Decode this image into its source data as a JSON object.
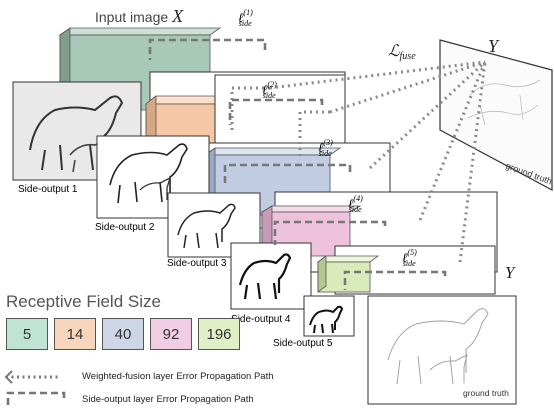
{
  "title": {
    "prefix": "Input image ",
    "var": "X"
  },
  "fusion": {
    "loss": "ℒ",
    "loss_sub": "fuse",
    "target_var": "Y",
    "ground_truth": "ground truth"
  },
  "side_losses": [
    {
      "sym": "ℓ",
      "sub": "side",
      "sup": "(1)"
    },
    {
      "sym": "ℓ",
      "sub": "side",
      "sup": "(2)"
    },
    {
      "sym": "ℓ",
      "sub": "side",
      "sup": "(3)"
    },
    {
      "sym": "ℓ",
      "sub": "side",
      "sup": "(4)"
    },
    {
      "sym": "ℓ",
      "sub": "side",
      "sup": "(5)"
    }
  ],
  "side_outputs": [
    "Side-output 1",
    "Side-output 2",
    "Side-output 3",
    "Side-output 4",
    "Side-output 5"
  ],
  "bottom_target": {
    "var": "Y",
    "label": "ground truth"
  },
  "receptive_field": {
    "title": "Receptive Field Size",
    "boxes": [
      {
        "value": "5",
        "color": "#bfe3d4"
      },
      {
        "value": "14",
        "color": "#f8d6bc"
      },
      {
        "value": "40",
        "color": "#ccd6e6"
      },
      {
        "value": "92",
        "color": "#f1cde3"
      },
      {
        "value": "196",
        "color": "#e0efc5"
      }
    ]
  },
  "legend": {
    "fusion_path": "Weighted-fusion layer Error Propagation Path",
    "side_path": "Side-output layer Error Propagation Path"
  },
  "colors": {
    "block1": "#a9c9b8",
    "block2": "#f6c7a6",
    "block3": "#c0cde3",
    "block4": "#eec2dc",
    "block5": "#d9ebba",
    "dotted": "#8a8a8a",
    "dashed": "#777777"
  }
}
